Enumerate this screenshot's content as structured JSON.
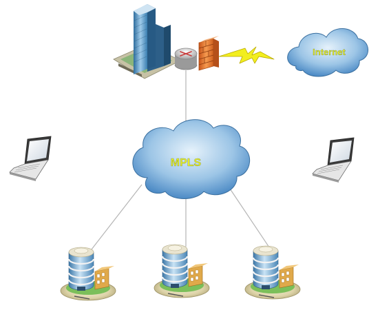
{
  "diagram": {
    "clouds": {
      "internet": {
        "label": "Internet",
        "label_color": "#e8ef2a",
        "fill": "#6aa6d6"
      },
      "mpls": {
        "label": "MPLS",
        "label_color": "#e8ef2a",
        "fill": "#6aa6d6"
      }
    },
    "nodes": [
      {
        "id": "headquarters",
        "icon": "skyscraper-icon"
      },
      {
        "id": "router",
        "icon": "router-icon"
      },
      {
        "id": "firewall",
        "icon": "firewall-icon"
      },
      {
        "id": "internet",
        "icon": "cloud-icon"
      },
      {
        "id": "mpls",
        "icon": "cloud-icon"
      },
      {
        "id": "laptop-left",
        "icon": "laptop-icon"
      },
      {
        "id": "laptop-right",
        "icon": "laptop-icon"
      },
      {
        "id": "branch-1",
        "icon": "office-building-icon"
      },
      {
        "id": "branch-2",
        "icon": "office-building-icon"
      },
      {
        "id": "branch-3",
        "icon": "office-building-icon"
      }
    ],
    "links": [
      {
        "from": "firewall",
        "to": "internet",
        "style": "lightning"
      },
      {
        "from": "router",
        "to": "mpls",
        "style": "line"
      },
      {
        "from": "mpls",
        "to": "branch-1",
        "style": "line"
      },
      {
        "from": "mpls",
        "to": "branch-2",
        "style": "line"
      },
      {
        "from": "mpls",
        "to": "branch-3",
        "style": "line"
      }
    ],
    "colors": {
      "link_line": "#b5b5b5",
      "lightning": "#f2ee1f",
      "firewall": "#e9742b",
      "building_glass": "#7fb0d8"
    }
  }
}
